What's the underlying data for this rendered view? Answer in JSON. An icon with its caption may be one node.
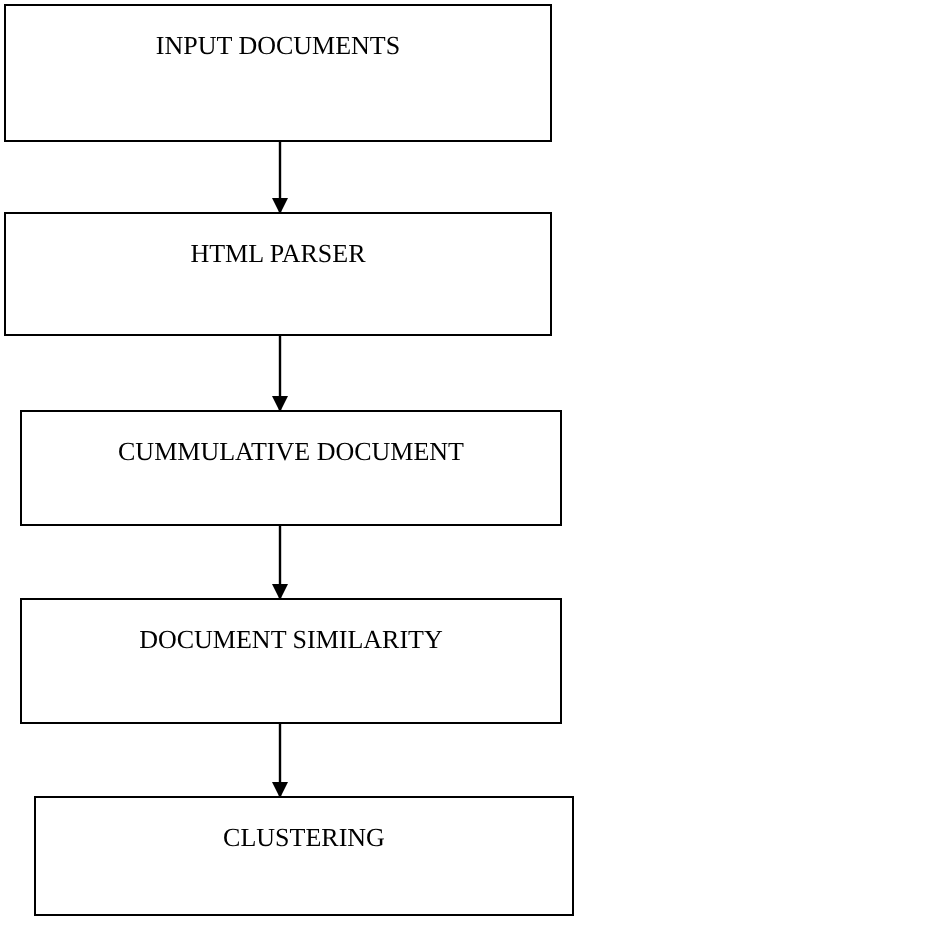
{
  "diagram": {
    "nodes": [
      {
        "text": [
          "INPUT DOCUMENTS"
        ]
      },
      {
        "text": [
          "HTML PARSER"
        ]
      },
      {
        "text": [
          "CUMMULATIVE DOCUMENT"
        ]
      },
      {
        "text": [
          "DOCUMENT SIMILARITY"
        ]
      },
      {
        "text": [
          "CLUSTERING"
        ]
      }
    ],
    "edges": [
      {
        "from": 0,
        "to": 1,
        "arrow": "to"
      },
      {
        "from": 1,
        "to": 2,
        "arrow": "to"
      },
      {
        "from": 2,
        "to": 3,
        "arrow": "to"
      },
      {
        "from": 3,
        "to": 4,
        "arrow": "to"
      }
    ]
  }
}
